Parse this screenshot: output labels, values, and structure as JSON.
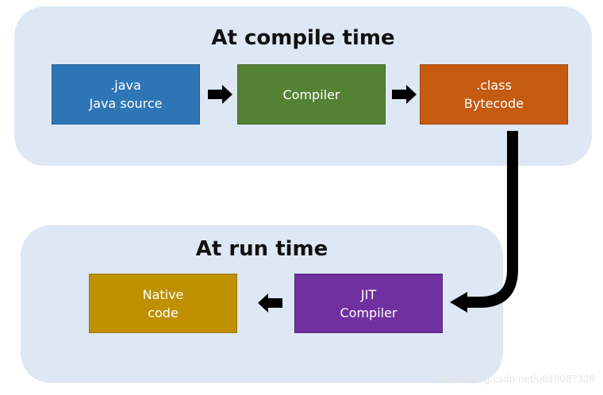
{
  "diagram": {
    "compile_panel": {
      "title": "At compile time"
    },
    "run_panel": {
      "title": "At run time"
    },
    "nodes": {
      "java_source": {
        "line1": ".java",
        "line2": "Java source",
        "color": "#2e75b6"
      },
      "compiler": {
        "line1": "Compiler",
        "color": "#548235"
      },
      "bytecode": {
        "line1": ".class",
        "line2": "Bytecode",
        "color": "#c55a11"
      },
      "jit_compiler": {
        "line1": "JIT",
        "line2": "Compiler",
        "color": "#7030a0"
      },
      "native_code": {
        "line1": "Native",
        "line2": "code",
        "color": "#bf9000"
      }
    },
    "edges": [
      {
        "from": "java_source",
        "to": "compiler"
      },
      {
        "from": "compiler",
        "to": "bytecode"
      },
      {
        "from": "bytecode",
        "to": "jit_compiler"
      },
      {
        "from": "jit_compiler",
        "to": "native_code"
      }
    ],
    "panel_color": "#dde8f4",
    "arrow_color": "#000000"
  },
  "watermark": "https://blog.csdn.net/u010087338"
}
